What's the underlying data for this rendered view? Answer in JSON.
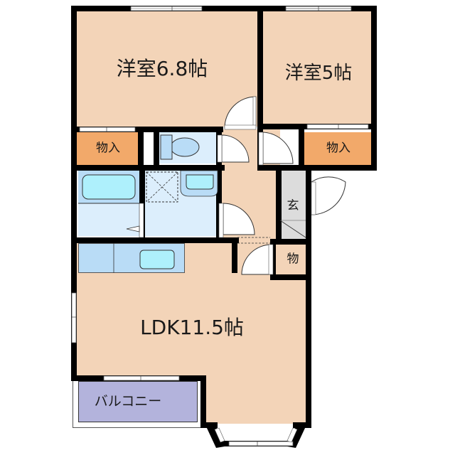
{
  "floorplan": {
    "rooms": [
      {
        "id": "western-room-1",
        "label": "洋室6.8帖",
        "type": "western-room",
        "size_jo": 6.8
      },
      {
        "id": "western-room-2",
        "label": "洋室5帖",
        "type": "western-room",
        "size_jo": 5
      },
      {
        "id": "closet-1",
        "label": "物入",
        "type": "closet"
      },
      {
        "id": "closet-2",
        "label": "物入",
        "type": "closet"
      },
      {
        "id": "entrance",
        "label": "玄",
        "type": "entrance"
      },
      {
        "id": "storage",
        "label": "物",
        "type": "storage"
      },
      {
        "id": "ldk",
        "label": "LDK11.5帖",
        "type": "living-dining-kitchen",
        "size_jo": 11.5
      },
      {
        "id": "balcony",
        "label": "バルコニー",
        "type": "balcony"
      }
    ],
    "fixtures": [
      "toilet-icon",
      "bathtub-icon",
      "washbasin-icon",
      "washing-machine-space-icon",
      "kitchen-sink-icon"
    ],
    "colors": {
      "room": "#f3d4b8",
      "closet": "#f2a96a",
      "wet_area": "#dceefc",
      "fixture": "#b9dcf6",
      "fixture_inner": "#aef0fc",
      "entrance": "#dcdcdc",
      "balcony": "#b3b3dc",
      "wall": "#000000"
    }
  }
}
